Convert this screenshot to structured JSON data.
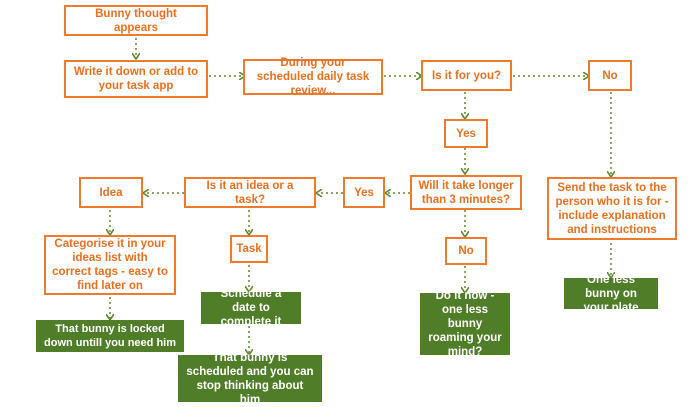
{
  "diagram": {
    "colors": {
      "orange": "#f07a2c",
      "orange_text": "#e8701f",
      "green": "#4f7d28",
      "arrow": "#5b8a2a"
    },
    "nodes": {
      "start": "Bunny thought appears",
      "write_down": "Write it down or add to your task app",
      "review": "During your scheduled daily task review...",
      "is_for_you": "Is it for you?",
      "no_right": "No",
      "yes_1": "Yes",
      "longer_3": "Will it take longer than 3 minutes?",
      "yes_2": "Yes",
      "idea_or_task": "Is it an idea or a task?",
      "idea": "Idea",
      "categorise": "Categorise it in your ideas list with correct tags - easy to find later on",
      "locked": "That bunny is locked down untill you need him",
      "task": "Task",
      "schedule": "Schedule a date to complete it",
      "scheduled": "That bunny is scheduled and you can stop thinking about him",
      "no_mid": "No",
      "do_now": "Do it now - one less bunny roaming your mind?",
      "send": "Send the task to the person who it is for - include explanation and instructions",
      "one_less": "One less bunny on your plate"
    }
  }
}
